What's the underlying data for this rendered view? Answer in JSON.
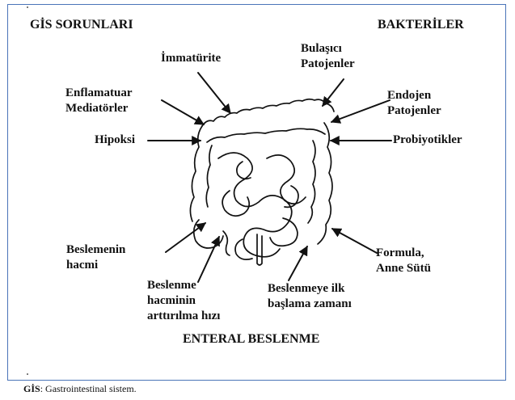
{
  "diagram": {
    "left_heading": "GİS SORUNLARI",
    "right_heading": "BAKTERİLER",
    "bottom_heading": "ENTERAL BESLENME",
    "labels": {
      "immaturite": "İmmatürite",
      "bulasici_1": "Bulaşıcı",
      "bulasici_2": "Patojenler",
      "enflamatuar_1": "Enflamatuar",
      "enflamatuar_2": "Mediatörler",
      "endojen_1": "Endojen",
      "endojen_2": "Patojenler",
      "hipoksi": "Hipoksi",
      "probiyotikler": "Probiyotikler",
      "beslemenin_1": "Beslemenin",
      "beslemenin_2": "hacmi",
      "formula_1": "Formula,",
      "formula_2": "Anne Sütü",
      "beslenme_1": "Beslenme",
      "beslenme_2": "hacminin",
      "beslenme_3": "arttırılma hızı",
      "baslama_1": "Beslenmeye ilk",
      "baslama_2": "başlama zamanı"
    }
  },
  "caption": {
    "abbr": "GİS",
    "text": ": Gastrointestinal sistem."
  }
}
